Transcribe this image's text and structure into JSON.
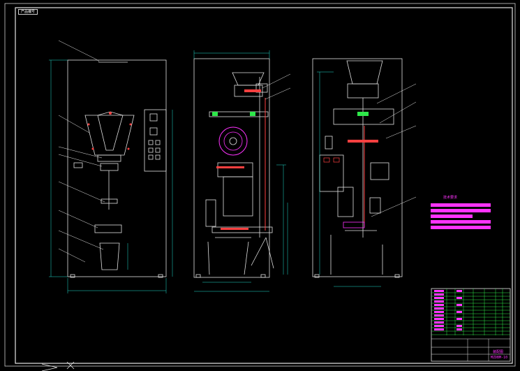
{
  "drawing": {
    "corner_tag": "产品编号",
    "model_code": "MZDBM-10",
    "drawing_name": "装配图",
    "notes_heading": "技术要求"
  },
  "colors": {
    "background": "#000000",
    "frame": "#d8d8d8",
    "outline": "#e0e0e0",
    "dimension": "#22e0d0",
    "leader": "#e8e8e8",
    "highlight": "#ff33ff",
    "title_grid": "#2ee84a",
    "mechanism": "#ff4040",
    "component": "#e8e040"
  },
  "icons": {
    "front_view": "front-elevation-view",
    "side_view": "side-elevation-view",
    "rear_view": "rear-elevation-view",
    "notes_block": "technical-notes-block",
    "title_block": "title-block-table"
  }
}
